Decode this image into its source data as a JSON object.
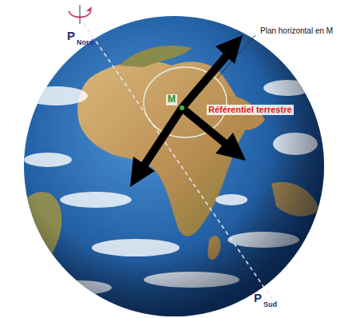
{
  "diagram": {
    "labels": [
      "P",
      "Nord",
      "Plan horizontal en M",
      "M",
      "Référentiel terrestre",
      "P",
      "Sud"
    ]
  }
}
